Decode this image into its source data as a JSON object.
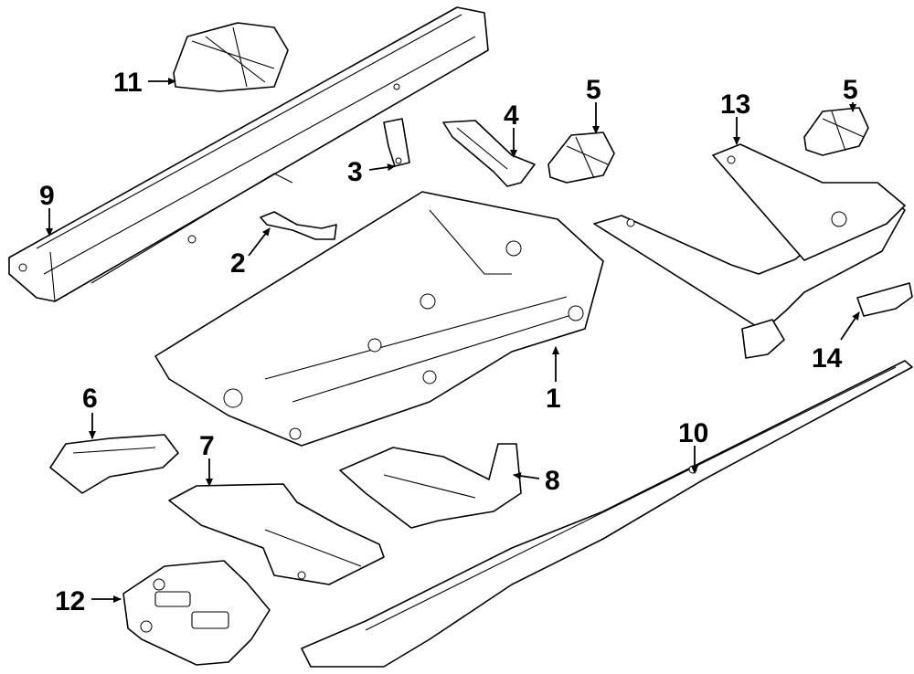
{
  "diagram": {
    "callouts": [
      {
        "id": "c1",
        "label": "1"
      },
      {
        "id": "c2",
        "label": "2"
      },
      {
        "id": "c3",
        "label": "3"
      },
      {
        "id": "c4",
        "label": "4"
      },
      {
        "id": "c5a",
        "label": "5"
      },
      {
        "id": "c5b",
        "label": "5"
      },
      {
        "id": "c6",
        "label": "6"
      },
      {
        "id": "c7",
        "label": "7"
      },
      {
        "id": "c8",
        "label": "8"
      },
      {
        "id": "c9",
        "label": "9"
      },
      {
        "id": "c10",
        "label": "10"
      },
      {
        "id": "c11",
        "label": "11"
      },
      {
        "id": "c12",
        "label": "12"
      },
      {
        "id": "c13",
        "label": "13"
      },
      {
        "id": "c14",
        "label": "14"
      }
    ]
  }
}
